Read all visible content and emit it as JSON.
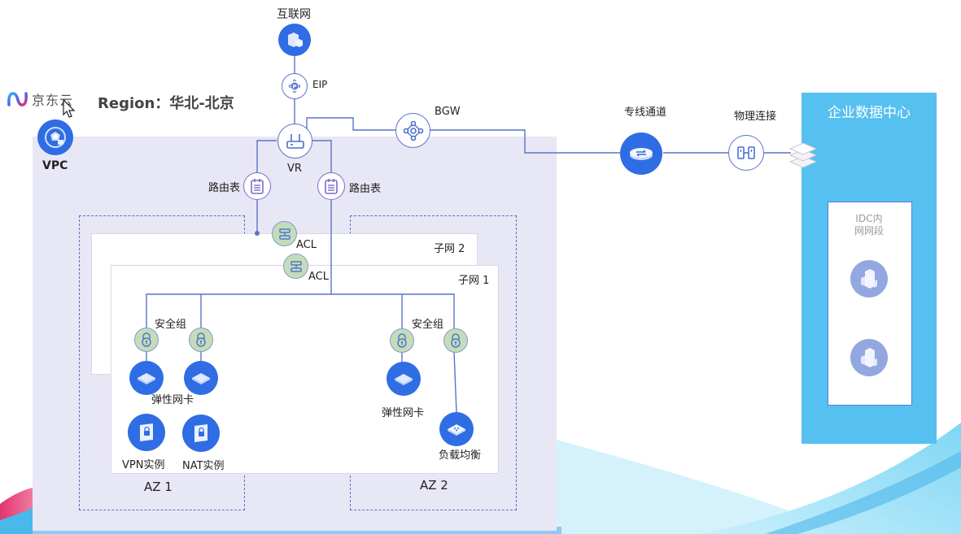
{
  "brand": {
    "name": "京东云",
    "colors": {
      "primary": "#2f6de4",
      "vpc_bg": "#e8e7f5",
      "idc_bg": "#56c0f0",
      "line": "#5b74c9",
      "sg_green": "#c6dcb8"
    }
  },
  "header": {
    "region_title": "Region：华北-北京"
  },
  "vpc": {
    "label": "VPC"
  },
  "internet": {
    "label": "互联网",
    "icon": "internet-building-icon"
  },
  "eip": {
    "label": "EIP",
    "icon": "eip-icon"
  },
  "vr": {
    "label": "VR",
    "icon": "router-icon"
  },
  "bgw": {
    "label": "BGW",
    "icon": "gateway-icon"
  },
  "route_tables": [
    {
      "label": "路由表"
    },
    {
      "label": "路由表"
    }
  ],
  "acls": [
    {
      "label": "ACL"
    },
    {
      "label": "ACL"
    }
  ],
  "subnets": [
    {
      "label": "子网 2"
    },
    {
      "label": "子网 1"
    }
  ],
  "azs": [
    {
      "label": "AZ 1"
    },
    {
      "label": "AZ 2"
    }
  ],
  "security_groups": [
    {
      "label": "安全组"
    },
    {
      "label": "安全组"
    }
  ],
  "az1": {
    "eni_label": "弹性网卡",
    "instances": [
      {
        "label": "VPN实例"
      },
      {
        "label": "NAT实例"
      }
    ]
  },
  "az2": {
    "eni_label": "弹性网卡",
    "lb_label": "负载均衡"
  },
  "dedicated_line": {
    "label": "专线通道"
  },
  "physical_connection": {
    "label": "物理连接"
  },
  "idc": {
    "title": "企业数据中心",
    "inner_label": "IDC内\n网网段"
  }
}
